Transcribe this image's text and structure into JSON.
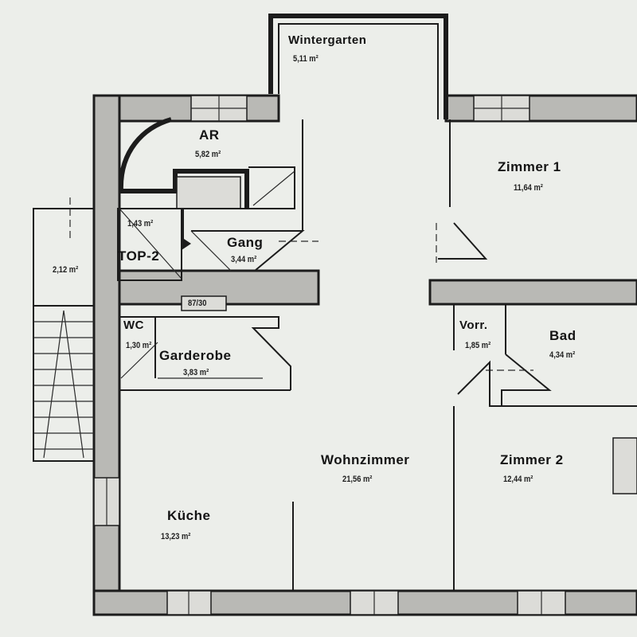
{
  "floor_plan": {
    "rooms": [
      {
        "id": "wintergarten",
        "name": "Wintergarten",
        "area": "5,11 m²"
      },
      {
        "id": "ar",
        "name": "AR",
        "area": "5,82 m²"
      },
      {
        "id": "zimmer-1",
        "name": "Zimmer 1",
        "area": "11,64 m²"
      },
      {
        "id": "top-2",
        "name": "TOP-2",
        "area": "1,43 m²"
      },
      {
        "id": "gang",
        "name": "Gang",
        "area": "3,44 m²"
      },
      {
        "id": "stair-landing",
        "name": "",
        "area": "2,12 m²"
      },
      {
        "id": "wc",
        "name": "WC",
        "area": "1,30 m²"
      },
      {
        "id": "garderobe",
        "name": "Garderobe",
        "area": "3,83 m²"
      },
      {
        "id": "vorr",
        "name": "Vorr.",
        "area": "1,85 m²"
      },
      {
        "id": "bad",
        "name": "Bad",
        "area": "4,34 m²"
      },
      {
        "id": "wohnzimmer",
        "name": "Wohnzimmer",
        "area": "21,56 m²"
      },
      {
        "id": "zimmer-2",
        "name": "Zimmer 2",
        "area": "12,44 m²"
      },
      {
        "id": "kueche",
        "name": "Küche",
        "area": "13,23 m²"
      }
    ],
    "door_tag": "87/30",
    "colors": {
      "wall": "#b9b9b5",
      "line": "#1c1c1c",
      "paper": "#eceeea"
    }
  }
}
